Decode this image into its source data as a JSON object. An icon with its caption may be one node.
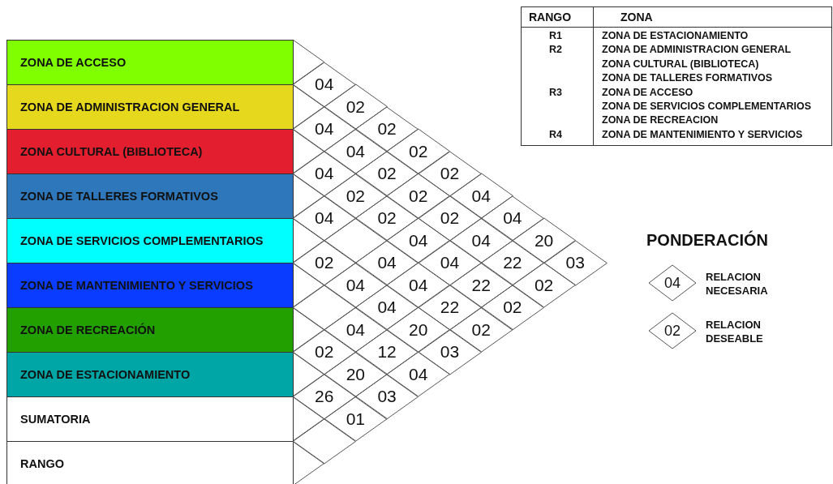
{
  "diagram": {
    "nodes": [
      {
        "text": [
          "ZONA DE ACCESO"
        ]
      },
      {
        "text": [
          "ZONA DE ADMINISTRACION GENERAL"
        ]
      },
      {
        "text": [
          "ZONA CULTURAL (BIBLIOTECA)"
        ]
      },
      {
        "text": [
          "ZONA DE TALLERES FORMATIVOS"
        ]
      },
      {
        "text": [
          "ZONA DE SERVICIOS COMPLEMENTARIOS"
        ]
      },
      {
        "text": [
          "ZONA DE MANTENIMIENTO Y SERVICIOS"
        ]
      },
      {
        "text": [
          "ZONA DE RECREACIÓN"
        ]
      },
      {
        "text": [
          "ZONA DE ESTACIONAMIENTO"
        ]
      },
      {
        "text": [
          "SUMATORIA"
        ]
      },
      {
        "text": [
          "RANGO"
        ]
      },
      {
        "text": [
          "04"
        ]
      },
      {
        "text": [
          "02"
        ]
      },
      {
        "text": [
          "04"
        ]
      },
      {
        "text": [
          "02"
        ]
      },
      {
        "text": [
          "04"
        ]
      },
      {
        "text": [
          "02"
        ]
      },
      {
        "text": [
          "04"
        ]
      },
      {
        "text": [
          "02"
        ]
      },
      {
        "text": [
          "02"
        ]
      },
      {
        "text": [
          "02"
        ]
      },
      {
        "text": [
          "02"
        ]
      },
      {
        "text": [
          "04"
        ]
      },
      {
        "text": [
          "04"
        ]
      },
      {
        "text": [
          "02"
        ]
      },
      {
        "text": [
          "02"
        ]
      },
      {
        "text": [
          "04"
        ]
      },
      {
        "text": [],
        "shape": "diamond"
      },
      {
        "text": [
          "04"
        ]
      },
      {
        "text": [
          "04"
        ]
      },
      {
        "text": [
          "20"
        ]
      },
      {
        "text": [
          "02"
        ]
      },
      {
        "text": [
          "04"
        ]
      },
      {
        "text": [
          "04"
        ]
      },
      {
        "text": [
          "22"
        ]
      },
      {
        "text": [
          "03"
        ]
      },
      {
        "text": [
          "04"
        ]
      },
      {
        "text": [
          "04"
        ]
      },
      {
        "text": [
          "22"
        ]
      },
      {
        "text": [
          "02"
        ]
      },
      {
        "text": [],
        "shape": "diamond"
      },
      {
        "text": [
          "04"
        ]
      },
      {
        "text": [
          "22"
        ]
      },
      {
        "text": [
          "02"
        ]
      },
      {
        "text": [
          "04"
        ]
      },
      {
        "text": [
          "20"
        ]
      },
      {
        "text": [
          "02"
        ]
      },
      {
        "text": [
          "02"
        ]
      },
      {
        "text": [
          "12"
        ]
      },
      {
        "text": [
          "03"
        ]
      },
      {
        "text": [
          "20"
        ]
      },
      {
        "text": [
          "04"
        ]
      },
      {
        "text": [
          "26"
        ]
      },
      {
        "text": [
          "03"
        ]
      },
      {
        "text": [
          "01"
        ]
      },
      {
        "text": [],
        "shape": "diamond"
      },
      {
        "text": [
          "04"
        ],
        "beside": [
          "RELACION NECESARIA"
        ]
      },
      {
        "text": [
          "02"
        ],
        "beside": [
          "RELACION DESEABLE"
        ]
      }
    ],
    "labels": [
      "RANGO",
      "ZONA",
      "R1",
      "ZONA DE ESTACIONAMIENTO",
      "R2",
      "ZONA DE ADMINISTRACION GENERAL",
      "ZONA CULTURAL (BIBLIOTECA)",
      "ZONA DE TALLERES FORMATIVOS",
      "R3",
      "ZONA DE ACCESO",
      "ZONA DE SERVICIOS COMPLEMENTARIOS",
      "ZONA DE RECREACION",
      "R4",
      "ZONA DE MANTENIMIENTO Y SERVICIOS",
      "PONDERACIÓN"
    ]
  }
}
